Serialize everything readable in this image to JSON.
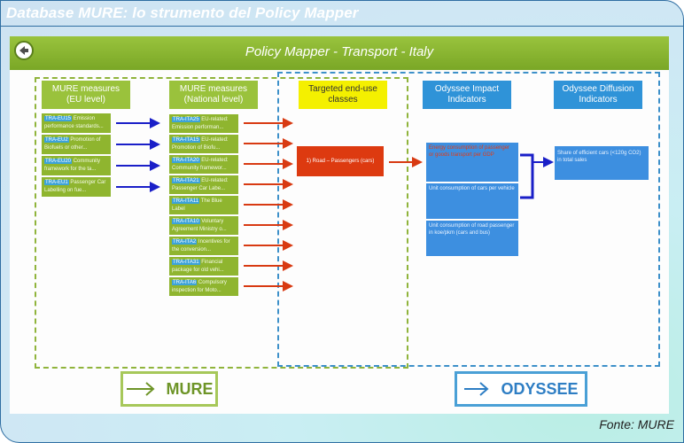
{
  "header": {
    "title": "Database MURE: lo strumento del Policy Mapper"
  },
  "slide": {
    "title": "Policy Mapper - Transport - Italy",
    "columns": {
      "mure_eu": "MURE measures\n(EU level)",
      "mure_national": "MURE measures\n(National level)",
      "targeted": "Targeted end-use\nclasses",
      "impact": "Odyssee Impact\nIndicators",
      "diffusion": "Odyssee Diffusion\nIndicators"
    },
    "eu_measures": [
      {
        "code": "TRA-EU15",
        "text": "Emission performance standards..."
      },
      {
        "code": "TRA-EU2",
        "text": "Promotion of Biofuels or other..."
      },
      {
        "code": "TRA-EU20",
        "text": "Community framework for the ta..."
      },
      {
        "code": "TRA-EU1",
        "text": "Passenger Car Labelling on fue..."
      }
    ],
    "national_measures": [
      {
        "code": "TRA-ITA25",
        "text": "EU-related: Emission performan..."
      },
      {
        "code": "TRA-ITA15",
        "text": "EU-related: Promotion of Biofu..."
      },
      {
        "code": "TRA-ITA20",
        "text": "EU-related: Community framewor..."
      },
      {
        "code": "TRA-ITA21",
        "text": "EU-related: Passenger Car Labe..."
      },
      {
        "code": "TRA-ITA11",
        "text": "The Blue Label"
      },
      {
        "code": "TRA-ITA10",
        "text": "Voluntary Agreement Ministry o..."
      },
      {
        "code": "TRA-ITA2",
        "text": "Incentives for the conversion..."
      },
      {
        "code": "TRA-ITA31",
        "text": "Financial package for old vehi..."
      },
      {
        "code": "TRA-ITA6",
        "text": "Compulsory inspection for Moto..."
      }
    ],
    "targeted_class": "1) Road – Passengers (cars)",
    "impact_indicators": [
      "Energy consumption of passenger or goods transport per GDP",
      "Unit consumption of cars per vehicle",
      "Unit consumption of road passenger in koe/pkm (cars and bus)"
    ],
    "diffusion_indicator": "Share of efficient cars (<120g CO2) in total sales",
    "buttons": {
      "mure": "MURE",
      "odyssee": "ODYSSEE"
    }
  },
  "footer": {
    "source": "Fonte: MURE"
  },
  "colors": {
    "green": "#8fb52f",
    "blue": "#3d8fe0",
    "red": "#dd3a10",
    "yellow": "#f4f000",
    "frame": "#2f6ea2"
  }
}
